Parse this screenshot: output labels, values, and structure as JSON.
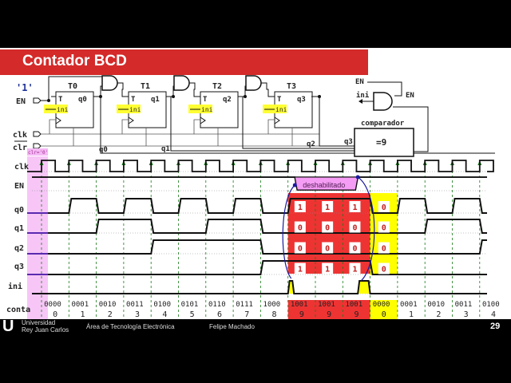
{
  "slide": {
    "title": "Contador BCD",
    "page_number": "29"
  },
  "footer": {
    "university_line1": "Universidad",
    "university_line2": "Rey Juan Carlos",
    "department": "Área de Tecnología Electrónica",
    "author": "Felipe Machado",
    "logo_letter": "U"
  },
  "circuit": {
    "const_one": "'1'",
    "inputs": {
      "en": "EN",
      "clk": "clk",
      "clr": "clr"
    },
    "flipflops": [
      {
        "name": "T0",
        "t": "T",
        "q": "q0",
        "ini": "ini"
      },
      {
        "name": "T1",
        "t": "T",
        "q": "q1",
        "ini": "ini"
      },
      {
        "name": "T2",
        "t": "T",
        "q": "q2",
        "ini": "ini"
      },
      {
        "name": "T3",
        "t": "T",
        "q": "q3",
        "ini": "ini"
      }
    ],
    "bus_labels": [
      "q0",
      "q1",
      "q2",
      "q3"
    ],
    "comparator": {
      "title": "comparador",
      "text": "=9"
    },
    "ini_gate": {
      "out": "ini",
      "in1": "EN",
      "in2": "EN"
    },
    "clr_note": "clr='0'",
    "highlight_color": "#ffff33"
  },
  "timing": {
    "signals": [
      "clk",
      "EN",
      "q0",
      "q1",
      "q2",
      "q3",
      "ini"
    ],
    "count_label": "conta",
    "counts": [
      0,
      1,
      2,
      3,
      4,
      5,
      6,
      7,
      8,
      9,
      9,
      9,
      0,
      1,
      2,
      3,
      4
    ],
    "binary": [
      "0000",
      "0001",
      "0010",
      "0011",
      "0100",
      "0101",
      "0110",
      "0111",
      "1000",
      "1001",
      "1001",
      "1001",
      "0000",
      "0001",
      "0010",
      "0011",
      "0100"
    ],
    "en_low_cycles": [
      9.25,
      11.55
    ],
    "ini_pulses_cycles": [
      [
        9.0,
        9.22
      ],
      [
        11.55,
        12.0
      ]
    ],
    "disabled_label": "deshabilitado",
    "red_bits": {
      "q0": [
        "1",
        "1",
        "1"
      ],
      "q1": [
        "0",
        "0",
        "0"
      ],
      "q2": [
        "0",
        "0",
        "0"
      ],
      "q3": [
        "1",
        "1",
        "1"
      ]
    },
    "yellow_bits": {
      "q0": "0",
      "q1": "0",
      "q2": "0",
      "q3": "0"
    },
    "colors": {
      "hold": "#ee3333",
      "reset": "#ffff00",
      "clr": "#f5b8f5",
      "edge": "#1a7a1a",
      "arrow": "#1a1aa0",
      "disabled": "#f59cf5"
    }
  }
}
